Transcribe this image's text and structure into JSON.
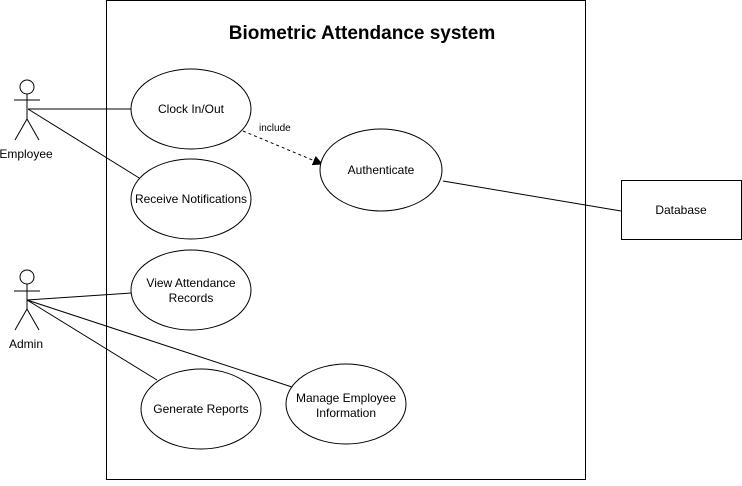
{
  "diagram": {
    "title": "Biometric Attendance system",
    "actors": {
      "employee": "Employee",
      "admin": "Admin"
    },
    "use_cases": {
      "clock": "Clock In/Out",
      "notifications": "Receive Notifications",
      "authenticate": "Authenticate",
      "view_records_line1": "View Attendance",
      "view_records_line2": "Records",
      "generate_reports": "Generate Reports",
      "manage_line1": "Manage Employee",
      "manage_line2": "Information"
    },
    "relation_label": "include",
    "external_system": "Database"
  }
}
